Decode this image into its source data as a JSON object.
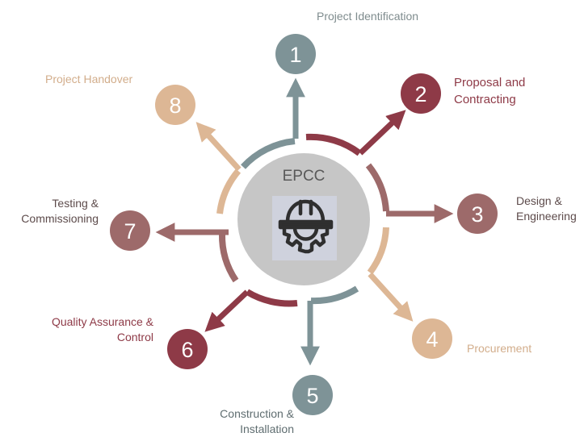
{
  "center": {
    "title": "EPCC",
    "icon": "hardhat-gear-icon"
  },
  "colors": {
    "slate": "#7e9397",
    "maroon": "#8e3a47",
    "mauve": "#9d6a6a",
    "tan": "#ddb795",
    "hub": "#c6c6c6",
    "icon_bg": "#cfd2dd"
  },
  "steps": [
    {
      "number": "1",
      "lines": [
        "Project Identification"
      ],
      "color": "#7e9397",
      "label_color": "#7f8c8e"
    },
    {
      "number": "2",
      "lines": [
        "Proposal and",
        "Contracting"
      ],
      "color": "#8e3a47",
      "label_color": "#8e3a47"
    },
    {
      "number": "3",
      "lines": [
        "Design &",
        "Engineering"
      ],
      "color": "#9d6a6a",
      "label_color": "#5d4b4b"
    },
    {
      "number": "4",
      "lines": [
        "Procurement"
      ],
      "color": "#ddb795",
      "label_color": "#d2ad8b"
    },
    {
      "number": "5",
      "lines": [
        "Construction &",
        "Installation"
      ],
      "color": "#7e9397",
      "label_color": "#5f6d70"
    },
    {
      "number": "6",
      "lines": [
        "Quality Assurance &",
        "Control"
      ],
      "color": "#8e3a47",
      "label_color": "#8e3a47"
    },
    {
      "number": "7",
      "lines": [
        "Testing &",
        "Commissioning"
      ],
      "color": "#9d6a6a",
      "label_color": "#5d4b4b"
    },
    {
      "number": "8",
      "lines": [
        "Project Handover"
      ],
      "color": "#ddb795",
      "label_color": "#d2ad8b"
    }
  ]
}
